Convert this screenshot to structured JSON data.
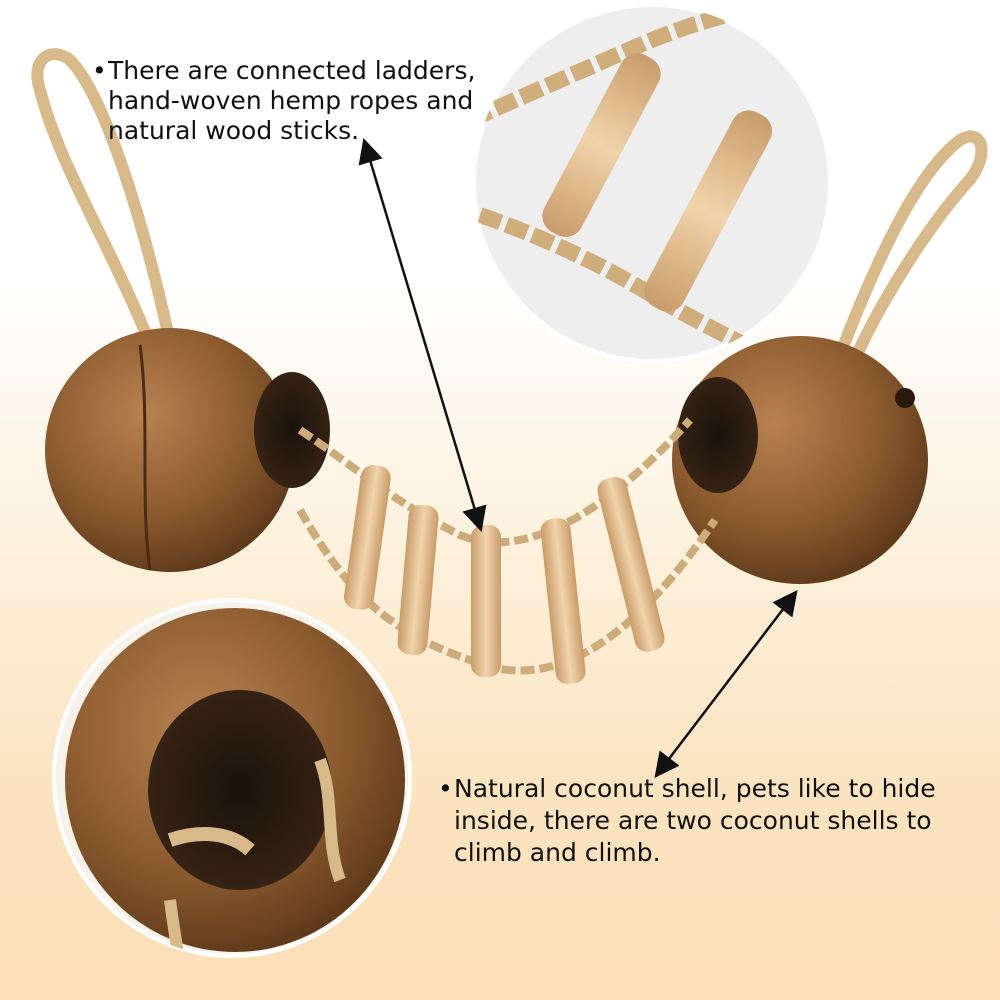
{
  "captions": {
    "top": {
      "bullet": "•",
      "lines": [
        "There are connected ladders,",
        "hand-woven hemp ropes and",
        "natural wood sticks."
      ]
    },
    "bottom": {
      "bullet": "•",
      "lines": [
        "Natural coconut shell, pets like to hide",
        "inside, there are two coconut shells to",
        "climb and climb."
      ]
    }
  },
  "colors": {
    "coconut": "#8a5a2e",
    "coconut_dark": "#5a3718",
    "rope": "#d8b98a",
    "wood": "#e6c49a",
    "text": "#111111"
  },
  "icons": [
    "arrow-icon",
    "arrow-icon"
  ]
}
